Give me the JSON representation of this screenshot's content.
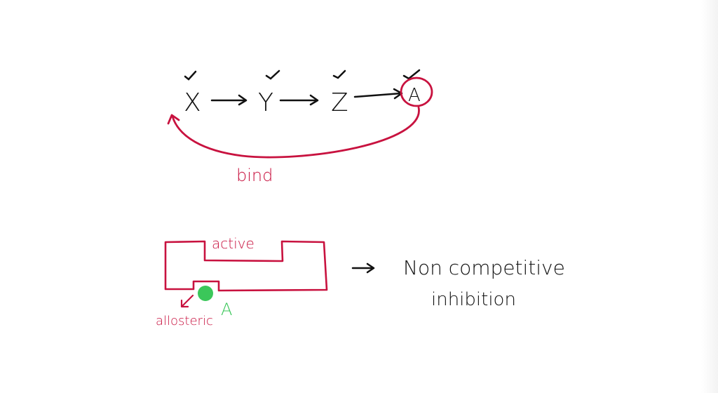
{
  "pathway": {
    "nodes": [
      "X",
      "Y",
      "Z",
      "A"
    ],
    "feedback_label": "bind"
  },
  "enzyme": {
    "active_label": "active",
    "allosteric_label": "allosteric",
    "inhibitor_label": "A"
  },
  "conclusion": {
    "line1": "Non competitive",
    "line2": "inhibition"
  },
  "colors": {
    "ink": "#111111",
    "red": "#c8123f",
    "green": "#3bc75a"
  }
}
